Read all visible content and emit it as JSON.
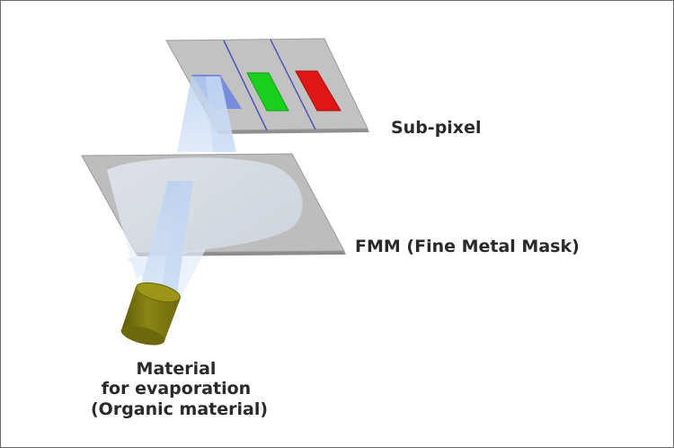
{
  "labels": {
    "subpixel": "Sub-pixel",
    "fmm": "FMM (Fine Metal Mask)",
    "material": [
      "Material",
      "for evaporation",
      "(Organic material)"
    ]
  },
  "colors": {
    "plate": "#bdbdbd",
    "plate_edge": "#8a8a8a",
    "blue_subpixel": "#6f86e0",
    "green_subpixel": "#19d11c",
    "red_subpixel": "#e01515",
    "source": "#7f7a10",
    "beam": "#a9c4ea"
  }
}
